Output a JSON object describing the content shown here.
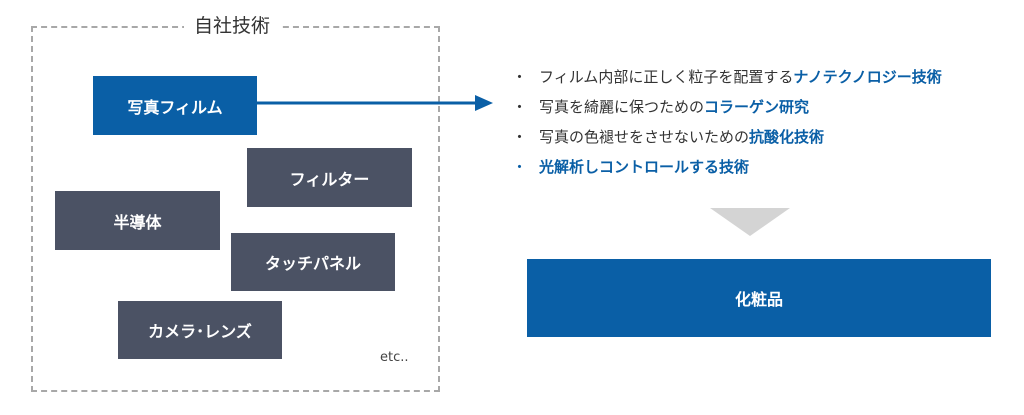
{
  "frame": {
    "title": "自社技術",
    "etc": "etc.."
  },
  "boxes": {
    "photo_film": "写真フィルム",
    "filter": "フィルター",
    "semiconductor": "半導体",
    "touch_panel": "タッチパネル",
    "camera_lens": "カメラ･レンズ"
  },
  "list": [
    {
      "plain": "フィルム内部に正しく粒子を配置する",
      "highlight": "ナノテクノロジー技術"
    },
    {
      "plain": "写真を綺麗に保つための",
      "highlight": "コラーゲン研究"
    },
    {
      "plain": "写真の色褪せをさせないための",
      "highlight": "抗酸化技術"
    },
    {
      "plain": "",
      "highlight": "光解析しコントロールする技術"
    }
  ],
  "result": {
    "label": "化粧品"
  },
  "colors": {
    "accent": "#0a5fa6",
    "dark_box": "#4b5264",
    "frame": "#a8a8a8"
  },
  "bullet": "・"
}
